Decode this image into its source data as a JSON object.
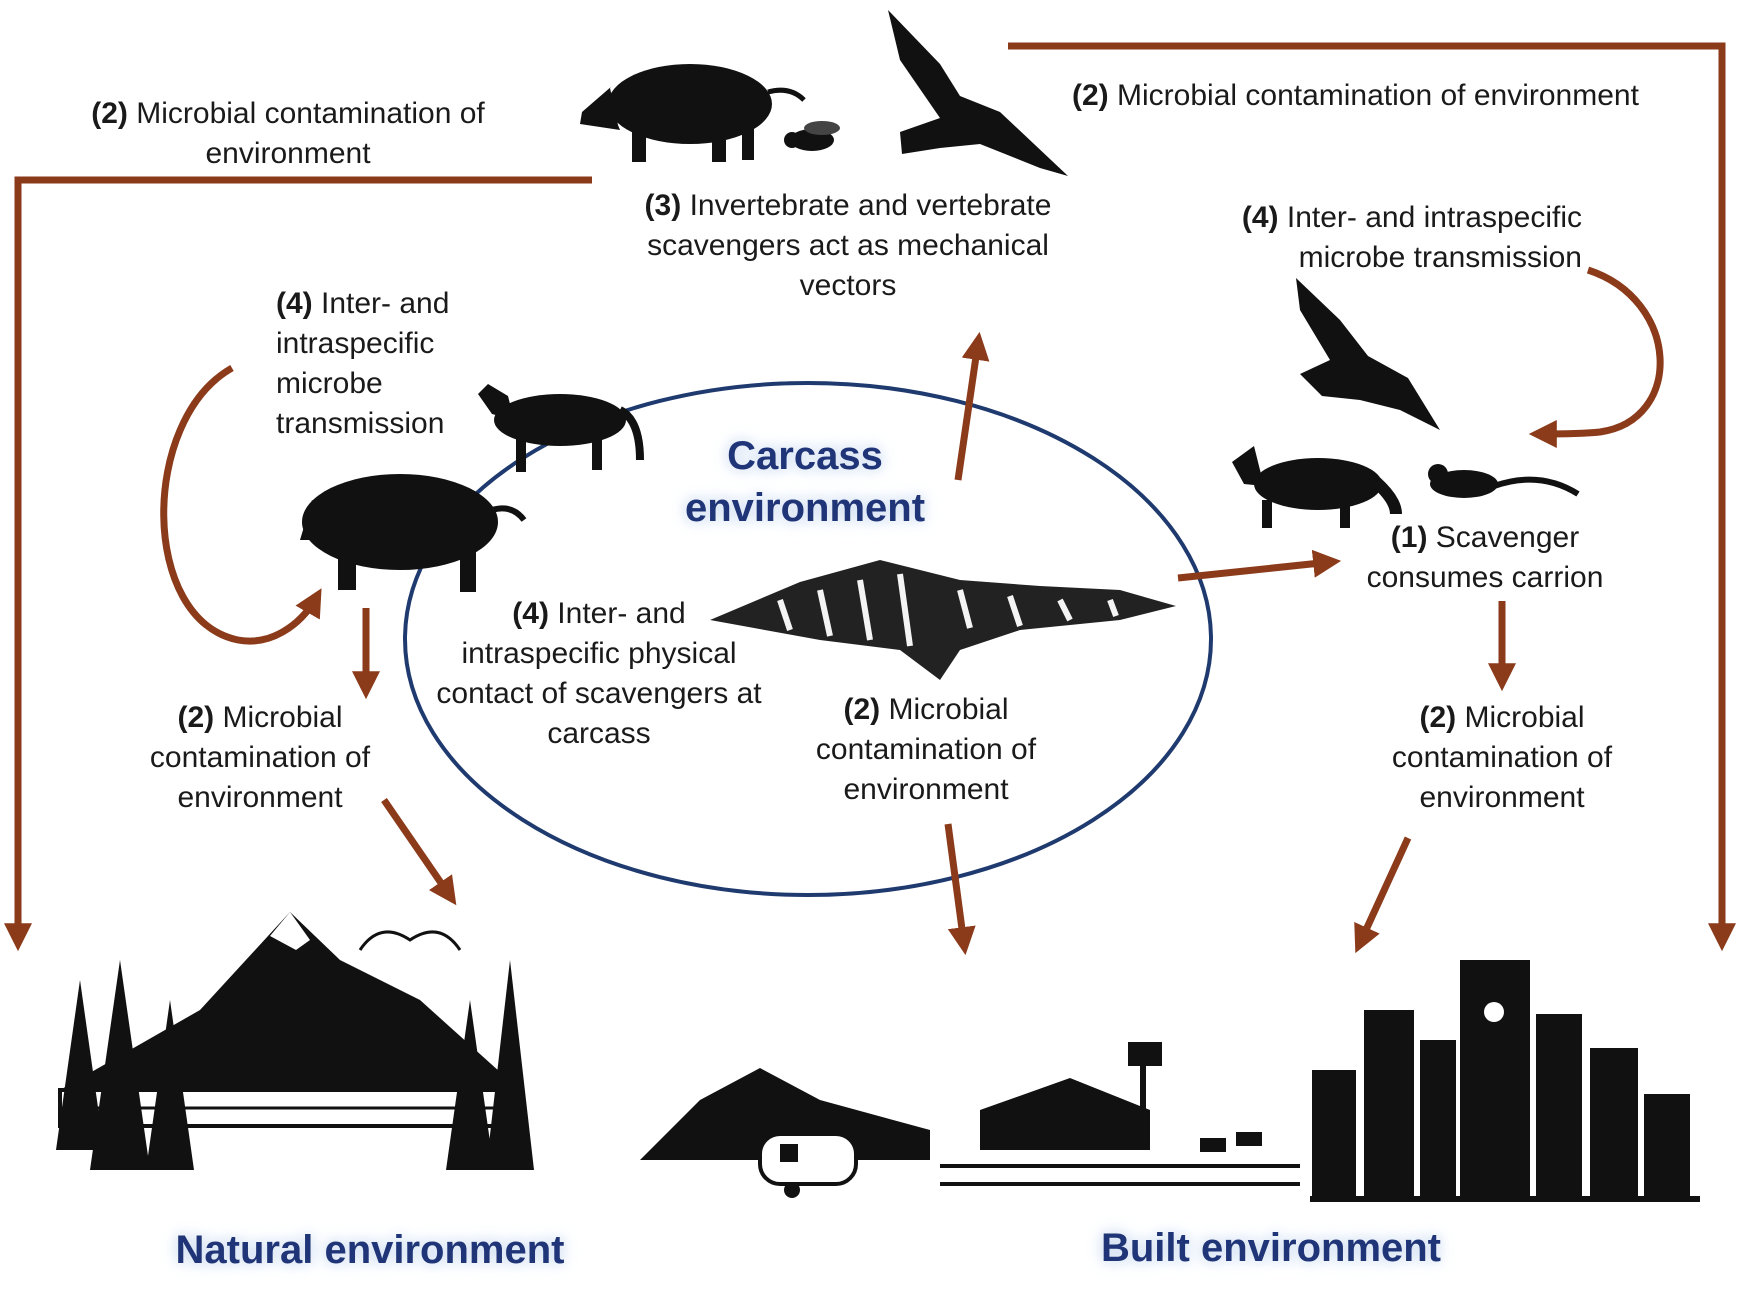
{
  "colors": {
    "arrow": "#8b3a1a",
    "ellipse": "#1f3a6e",
    "title": "#1f3577",
    "silhouette": "#111111"
  },
  "labels": {
    "top_left": {
      "num": "(2)",
      "text": "Microbial contamination of environment"
    },
    "top_right": {
      "num": "(2)",
      "text": "Microbial contamination of environment"
    },
    "vectors": {
      "num": "(3)",
      "text": "Invertebrate and vertebrate scavengers act as mechanical vectors"
    },
    "right_transmission": {
      "num": "(4)",
      "text": "Inter- and intraspecific microbe transmission"
    },
    "left_transmission": {
      "num": "(4)",
      "text": "Inter- and intraspecific microbe transmission"
    },
    "physical_contact": {
      "num": "(4)",
      "text": "Inter- and intraspecific physical contact of scavengers at carcass"
    },
    "consumes": {
      "num": "(1)",
      "text": "Scavenger consumes carrion"
    },
    "left_contamination": {
      "num": "(2)",
      "text": "Microbial contamination of environment"
    },
    "center_contamination": {
      "num": "(2)",
      "text": "Microbial contamination of environment"
    },
    "right_contamination": {
      "num": "(2)",
      "text": "Microbial contamination of environment"
    }
  },
  "titles": {
    "carcass": "Carcass environment",
    "natural": "Natural environment",
    "built": "Built environment"
  },
  "icons": [
    "wild-boar-icon",
    "fly-icon",
    "eagle-icon",
    "coyote-icon",
    "fox-icon",
    "squirrel-icon",
    "zebra-carcass-icon",
    "mountain-lake-icon",
    "campervan-icon",
    "farm-icon",
    "city-skyline-icon"
  ]
}
